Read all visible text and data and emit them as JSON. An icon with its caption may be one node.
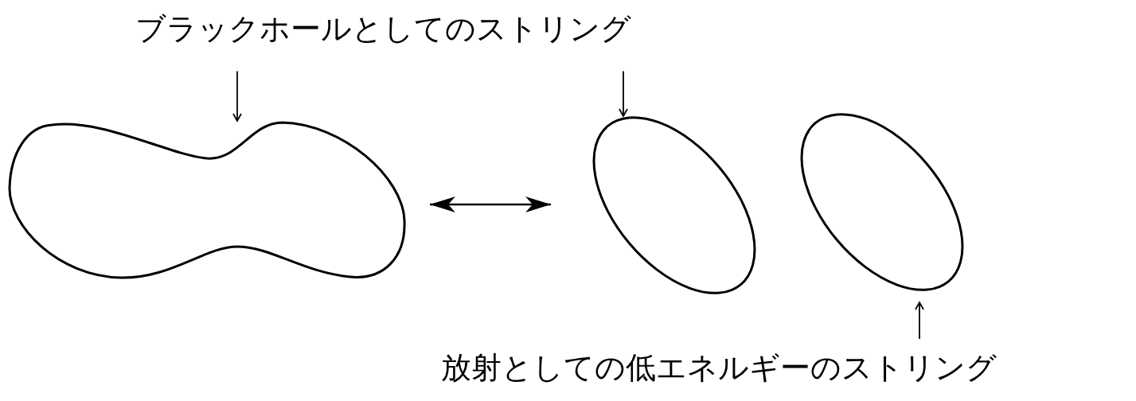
{
  "diagram": {
    "nodes": [
      {
        "text": [
          "ブラックホールとしてのストリング"
        ]
      },
      {
        "text": [],
        "shape": "blob"
      },
      {
        "text": [],
        "shape": "ellipse"
      },
      {
        "text": [],
        "shape": "ellipse"
      },
      {
        "text": [
          "放射としての低エネルギーのストリング"
        ]
      }
    ],
    "edges": [
      {
        "from": 0,
        "to": 1,
        "arrow": "to"
      },
      {
        "from": 0,
        "to": 2,
        "arrow": "to"
      },
      {
        "from": 4,
        "to": 3,
        "arrow": "to"
      },
      {
        "from": 1,
        "to": 2,
        "arrow": "both"
      }
    ]
  }
}
